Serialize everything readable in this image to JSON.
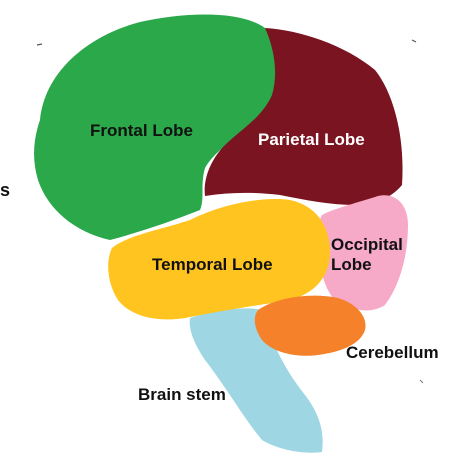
{
  "regions": {
    "frontal": {
      "label": "Frontal Lobe",
      "color": "#28a745"
    },
    "parietal": {
      "label": "Parietal Lobe",
      "color": "#7b1421"
    },
    "temporal": {
      "label": "Temporal Lobe",
      "color": "#ffc41f"
    },
    "occipital": {
      "label": "Occipital Lobe",
      "color": "#f9a8c8"
    },
    "cerebellum": {
      "label": "Cerebellum",
      "color": "#f5812a"
    },
    "brainstem": {
      "label": "Brain stem",
      "color": "#9fd6e4"
    }
  },
  "stray_mark": "s"
}
